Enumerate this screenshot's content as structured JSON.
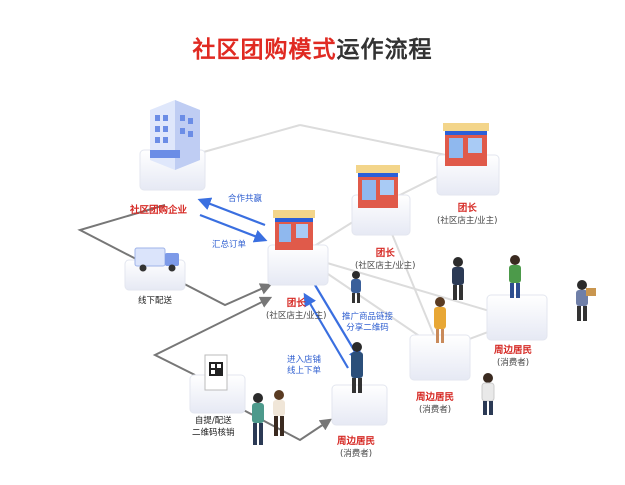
{
  "title": {
    "part1": "社区团购模式",
    "part2": "运作流程"
  },
  "enterprise": {
    "label": "社区团购企业"
  },
  "main_leader": {
    "title": "团长",
    "subtitle": "(社区店主/业主)"
  },
  "leader_2": {
    "title": "团长",
    "subtitle": "(社区店主/业主)"
  },
  "leader_3": {
    "title": "团长",
    "subtitle": "(社区店主/业主)"
  },
  "offline_delivery": {
    "label": "线下配送"
  },
  "pickup_qr": {
    "line1": "自提/配送",
    "line2": "二维码核销"
  },
  "resident_1": {
    "title": "周边居民",
    "subtitle": "(消费者)"
  },
  "resident_2": {
    "title": "周边居民",
    "subtitle": "(消费者)"
  },
  "resident_3": {
    "title": "周边居民",
    "subtitle": "(消费者)"
  },
  "flows": {
    "cooperate": "合作共赢",
    "summarize_orders": "汇总订单",
    "promote_1": "推广商品链接",
    "promote_2": "分享二维码",
    "enter_1": "进入店铺",
    "enter_2": "线上下单"
  },
  "colors": {
    "accent_red": "#e02a22",
    "flow_blue": "#3a6fe0",
    "platform": "#eef0f8"
  }
}
